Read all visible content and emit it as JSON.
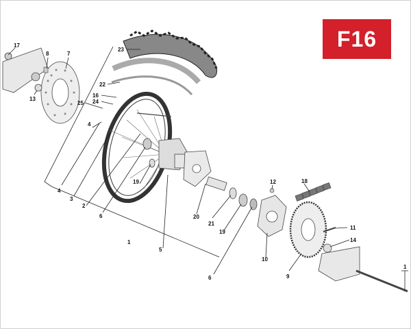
{
  "badge": {
    "label": "F16",
    "color": "#d3202a"
  },
  "callouts": [
    {
      "id": "c23",
      "text": "23"
    },
    {
      "id": "c22",
      "text": "22"
    },
    {
      "id": "c16",
      "text": "16"
    },
    {
      "id": "c24",
      "text": "24"
    },
    {
      "id": "c25",
      "text": "25"
    },
    {
      "id": "c17",
      "text": "17"
    },
    {
      "id": "c8",
      "text": "8"
    },
    {
      "id": "c7",
      "text": "7"
    },
    {
      "id": "c13",
      "text": "13"
    },
    {
      "id": "c4a",
      "text": "4"
    },
    {
      "id": "c4b",
      "text": "4"
    },
    {
      "id": "c3",
      "text": "3"
    },
    {
      "id": "c2",
      "text": "2"
    },
    {
      "id": "c6a",
      "text": "6"
    },
    {
      "id": "c19a",
      "text": "19"
    },
    {
      "id": "c1a",
      "text": "1"
    },
    {
      "id": "c5",
      "text": "5"
    },
    {
      "id": "c20",
      "text": "20"
    },
    {
      "id": "c21",
      "text": "21"
    },
    {
      "id": "c19b",
      "text": "19"
    },
    {
      "id": "c6b",
      "text": "6"
    },
    {
      "id": "c12",
      "text": "12"
    },
    {
      "id": "c18",
      "text": "18"
    },
    {
      "id": "c10",
      "text": "10"
    },
    {
      "id": "c11",
      "text": "11"
    },
    {
      "id": "c14",
      "text": "14"
    },
    {
      "id": "c9",
      "text": "9"
    },
    {
      "id": "c1b",
      "text": "1"
    }
  ]
}
